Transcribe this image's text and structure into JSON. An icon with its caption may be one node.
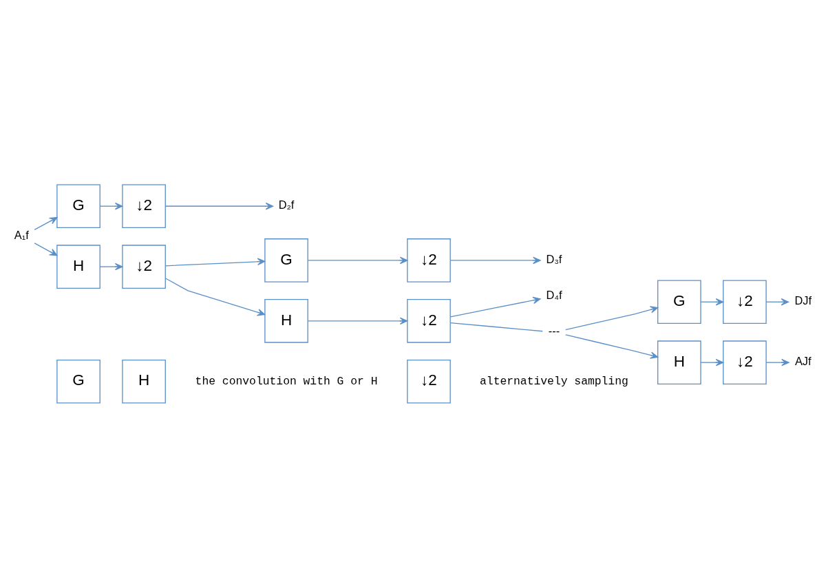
{
  "diagram": {
    "nodes": [
      {
        "text": [
          "A₁f"
        ]
      },
      {
        "text": [
          "G"
        ]
      },
      {
        "text": [
          "↓2"
        ]
      },
      {
        "text": [
          "D₂f"
        ]
      },
      {
        "text": [
          "H"
        ]
      },
      {
        "text": [
          "↓2"
        ]
      },
      {
        "text": [
          "G"
        ]
      },
      {
        "text": [
          "↓2"
        ]
      },
      {
        "text": [
          "D₃f"
        ]
      },
      {
        "text": [
          "H"
        ]
      },
      {
        "text": [
          "↓2"
        ]
      },
      {
        "text": [
          "D₄f"
        ]
      },
      {
        "text": [
          "---"
        ]
      },
      {
        "text": [
          "G"
        ]
      },
      {
        "text": [
          "↓2"
        ]
      },
      {
        "text": [
          "DJf"
        ]
      },
      {
        "text": [
          "H"
        ]
      },
      {
        "text": [
          "↓2"
        ]
      },
      {
        "text": [
          "AJf"
        ]
      },
      {
        "text": [
          "G"
        ]
      },
      {
        "text": [
          "H"
        ]
      },
      {
        "text": [
          "↓2"
        ]
      }
    ],
    "edges": [
      {
        "from": 0,
        "to": 1,
        "arrow": "to"
      },
      {
        "from": 1,
        "to": 2,
        "arrow": "to"
      },
      {
        "from": 2,
        "to": 3,
        "arrow": "to"
      },
      {
        "from": 0,
        "to": 4,
        "arrow": "to"
      },
      {
        "from": 4,
        "to": 5,
        "arrow": "to"
      },
      {
        "from": 5,
        "to": 6,
        "arrow": "to"
      },
      {
        "from": 6,
        "to": 7,
        "arrow": "to"
      },
      {
        "from": 7,
        "to": 8,
        "arrow": "to"
      },
      {
        "from": 5,
        "to": 9,
        "arrow": "to"
      },
      {
        "from": 9,
        "to": 10,
        "arrow": "to"
      },
      {
        "from": 10,
        "to": 11,
        "arrow": "to"
      },
      {
        "from": 10,
        "to": 12,
        "arrow": "none"
      },
      {
        "from": 12,
        "to": 13,
        "arrow": "to"
      },
      {
        "from": 13,
        "to": 14,
        "arrow": "to"
      },
      {
        "from": 14,
        "to": 15,
        "arrow": "to"
      },
      {
        "from": 12,
        "to": 16,
        "arrow": "to"
      },
      {
        "from": 16,
        "to": 17,
        "arrow": "to"
      },
      {
        "from": 17,
        "to": 18,
        "arrow": "to"
      }
    ],
    "labels": [
      "the convolution with G or H",
      "alternatively sampling"
    ]
  }
}
